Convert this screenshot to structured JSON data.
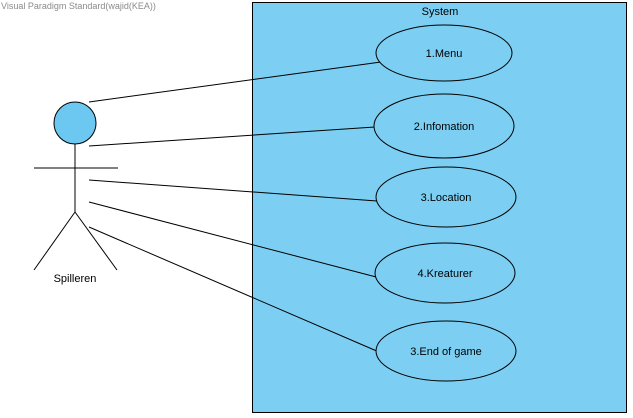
{
  "watermark": "Visual Paradigm Standard(wajid(KEA))",
  "system": {
    "title": "System"
  },
  "actor": {
    "name": "Spilleren"
  },
  "use_cases": [
    {
      "label": "1.Menu"
    },
    {
      "label": "2.Infomation"
    },
    {
      "label": "3.Location"
    },
    {
      "label": "4.Kreaturer"
    },
    {
      "label": "3.End of game"
    }
  ],
  "colors": {
    "system_fill": "#7ccff3",
    "actor_head_fill": "#6cc8f0",
    "line": "#000000"
  }
}
